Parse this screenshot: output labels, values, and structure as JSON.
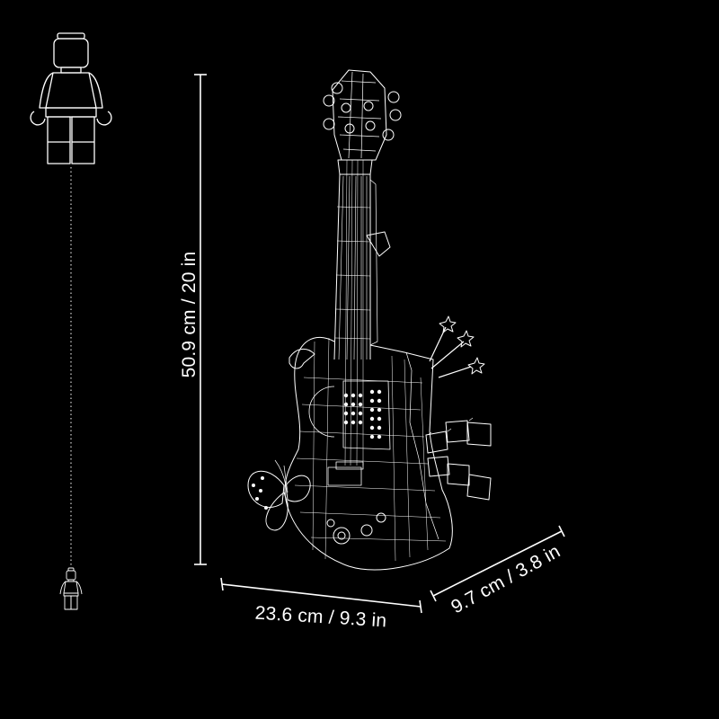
{
  "dimensions": {
    "height": "50.9 cm / 20 in",
    "width": "23.6 cm / 9.3 in",
    "depth": "9.7 cm / 3.8 in"
  },
  "icons": {
    "large_figure": "minifigure-icon",
    "small_figure": "minifigure-icon",
    "model": "guitar-model-icon"
  },
  "colors": {
    "background": "#000000",
    "line": "#ffffff"
  }
}
